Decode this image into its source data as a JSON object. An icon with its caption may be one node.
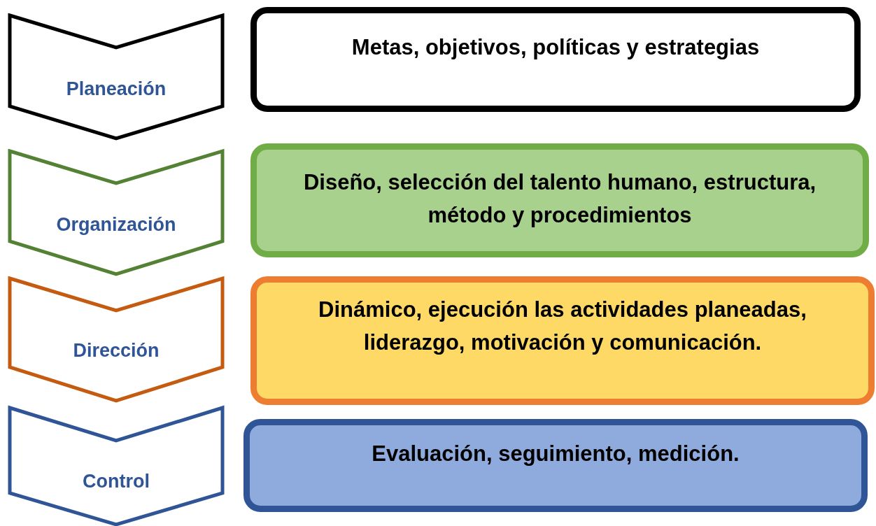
{
  "diagram": {
    "nodes": [
      {
        "text": [
          "Planeación"
        ]
      },
      {
        "text": [
          "Organización"
        ]
      },
      {
        "text": [
          "Dirección"
        ]
      },
      {
        "text": [
          "Control"
        ]
      },
      {
        "text": [
          "Metas, objetivos, políticas y estrategias"
        ]
      },
      {
        "text": [
          "Diseño, selección del talento humano, estructura, método y procedimientos"
        ]
      },
      {
        "text": [
          "Dinámico, ejecución las actividades planeadas, liderazgo, motivación y comunicación."
        ]
      },
      {
        "text": [
          "Evaluación, seguimiento, medición."
        ]
      }
    ]
  }
}
